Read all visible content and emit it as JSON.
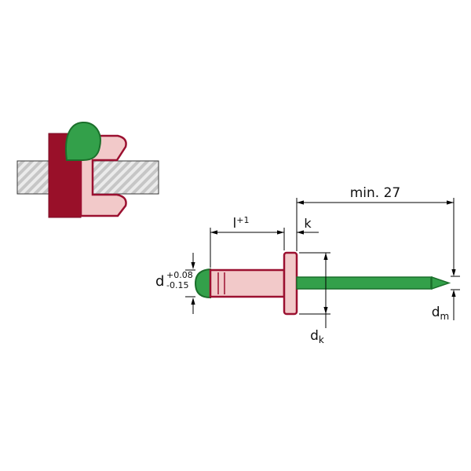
{
  "diagram": {
    "background": "#ffffff",
    "colors": {
      "rivet_body_pink": "#f2c9c9",
      "rivet_outline_dark_red": "#9b1030",
      "set_head_dark_red": "#991029",
      "mandrel_green": "#33a04a",
      "mandrel_outline_dark_green": "#1b6f2b",
      "plate_gray": "#c6c6c6",
      "plate_hatch_light": "#ebebeb",
      "dimension_black": "#000000"
    },
    "dimensions": {
      "min27": "min. 27",
      "l_base": "l",
      "l_sup": "+1",
      "k": "k",
      "d_base": "d",
      "d_tol_plus": "+0.08",
      "d_tol_minus": "-0.15",
      "dk_base": "d",
      "dk_sub": "k",
      "dm_base": "d",
      "dm_sub": "m"
    }
  }
}
